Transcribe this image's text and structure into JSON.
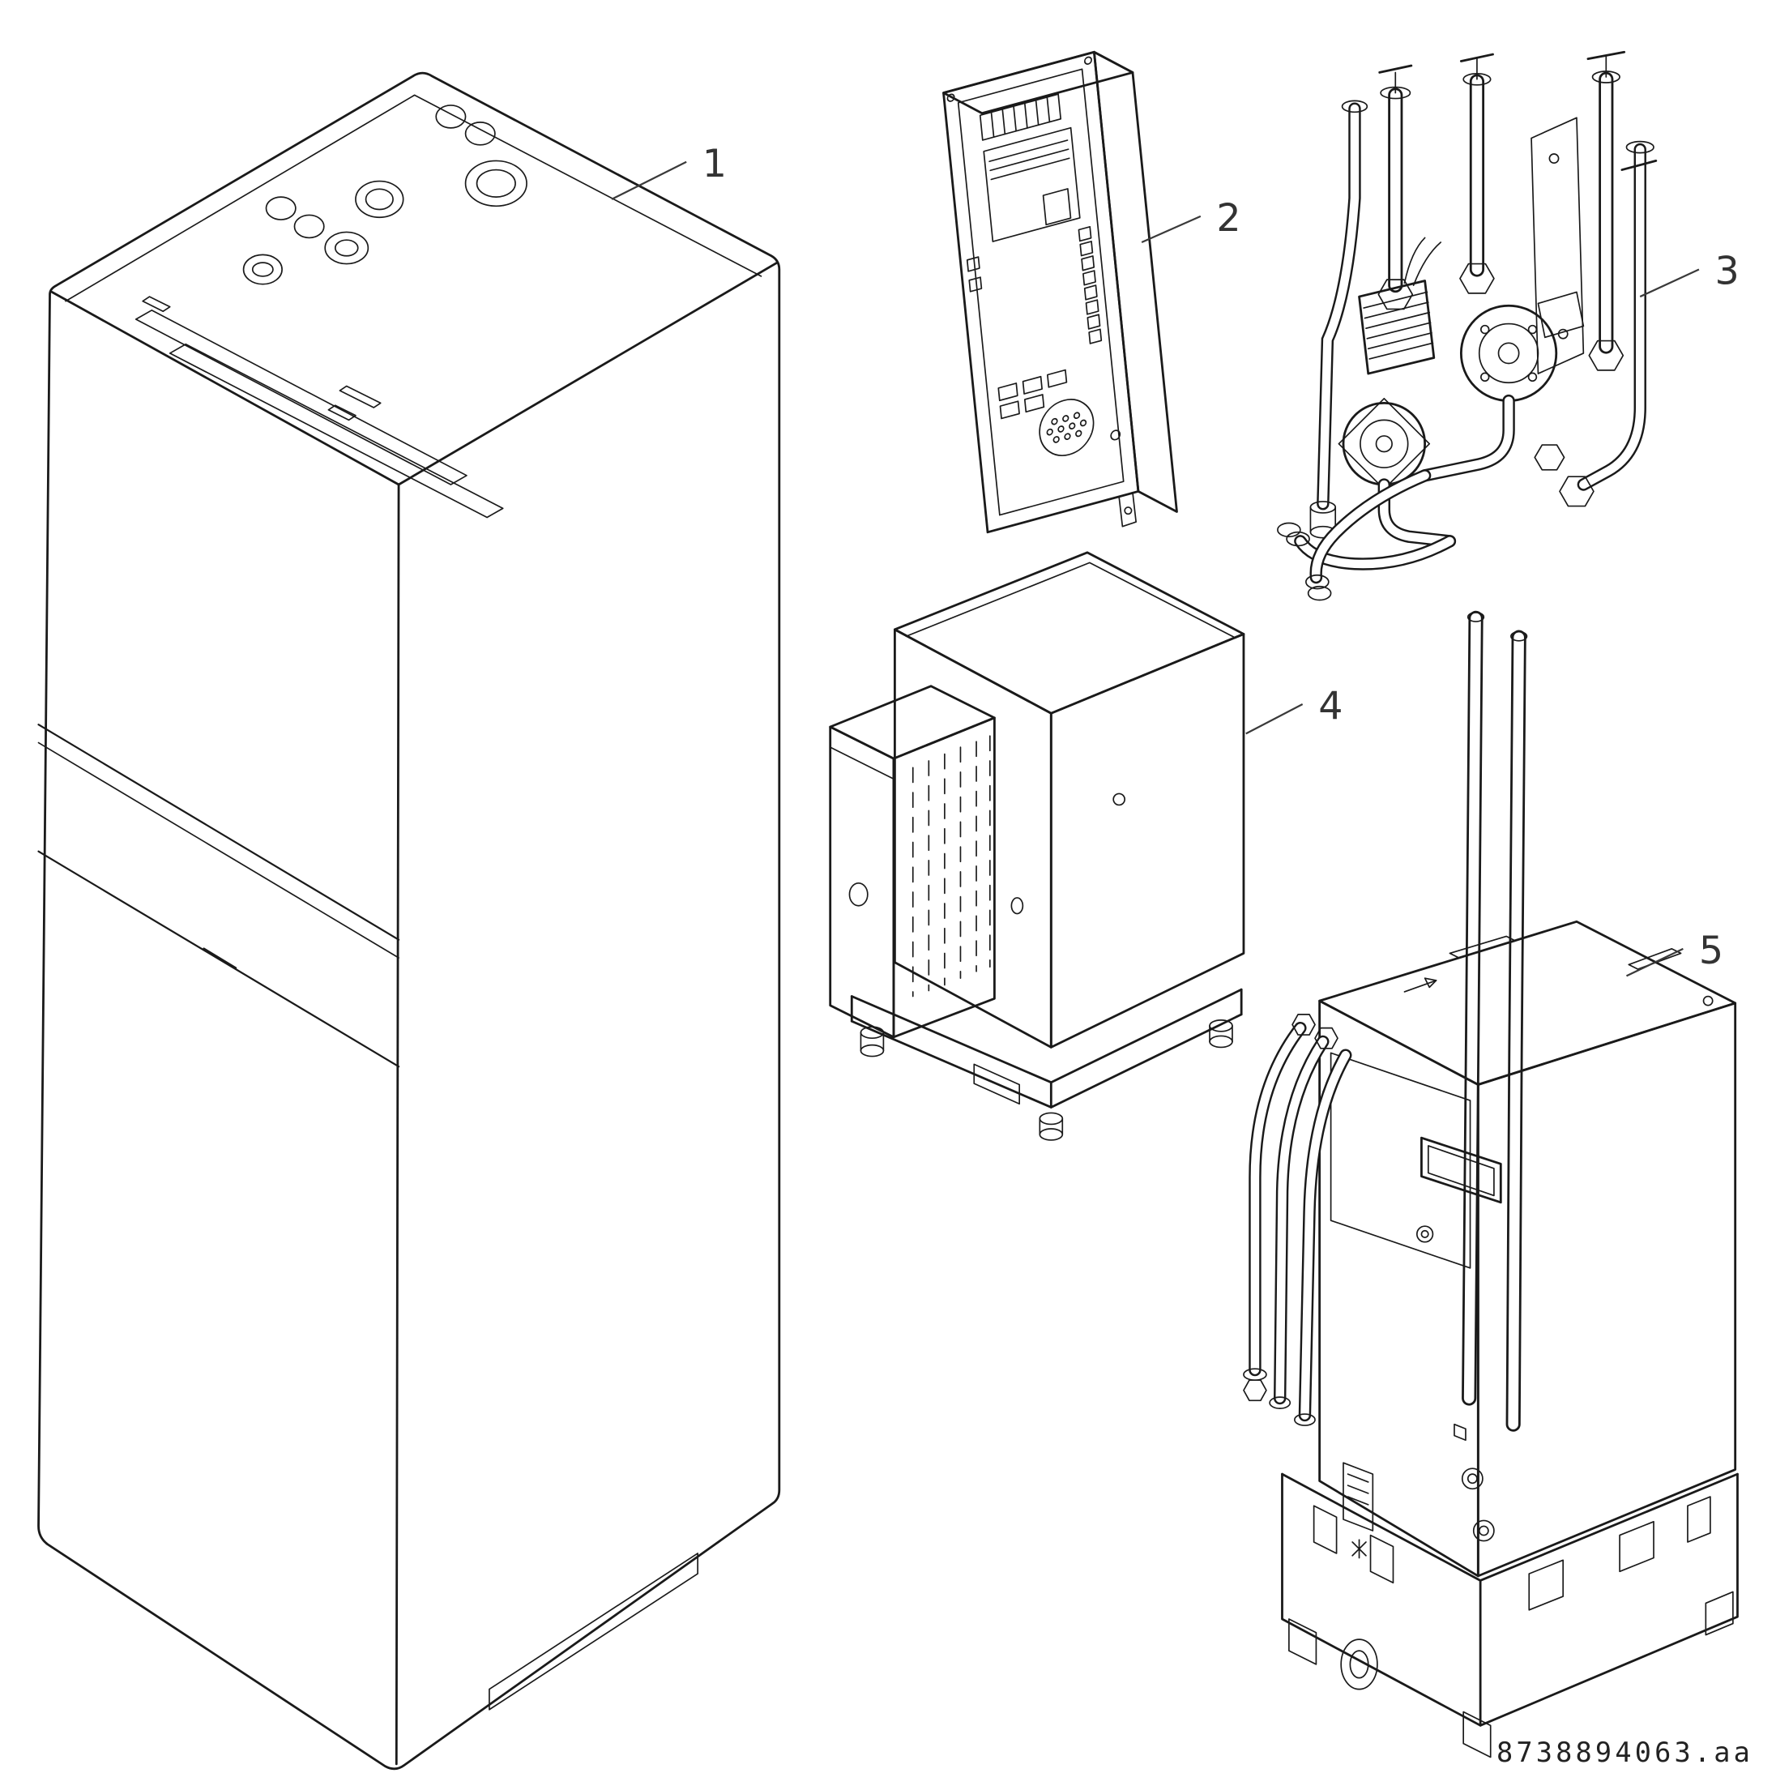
{
  "page": {
    "background_color": "#ffffff",
    "line_color": "#1a1a1a",
    "label_color": "#333333"
  },
  "callouts": [
    {
      "label": "1"
    },
    {
      "label": "2"
    },
    {
      "label": "3"
    },
    {
      "label": "4"
    },
    {
      "label": "5"
    }
  ],
  "footer": {
    "drawing_code": "8738894063.aa"
  }
}
